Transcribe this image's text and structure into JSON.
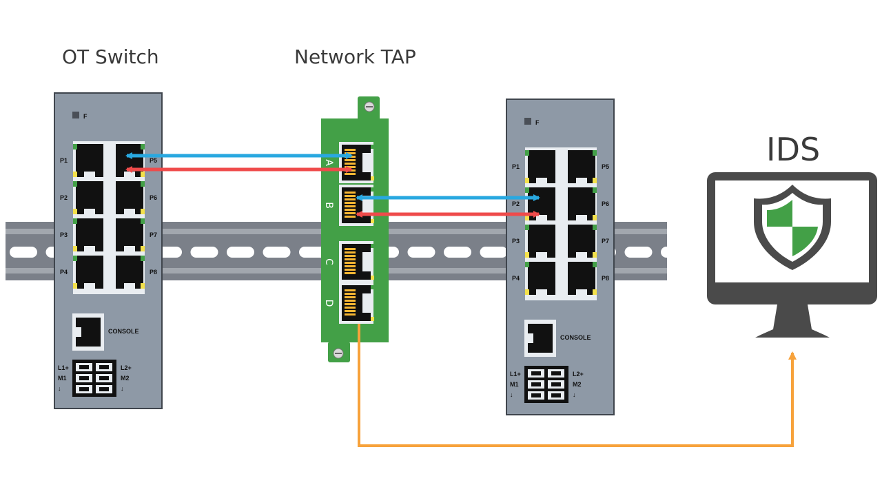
{
  "titles": {
    "ot_switch": "OT Switch",
    "network_tap": "Network TAP",
    "ids": "IDS"
  },
  "switch_labels": {
    "fault": "F",
    "ports_left": [
      "P1",
      "P2",
      "P3",
      "P4"
    ],
    "ports_right": [
      "P5",
      "P6",
      "P7",
      "P8"
    ],
    "console": "CONSOLE",
    "power_left": [
      "L1+",
      "M1",
      "↓"
    ],
    "power_right": [
      "L2+",
      "M2",
      "↓"
    ]
  },
  "tap_ports": [
    "A",
    "B",
    "C",
    "D"
  ],
  "colors": {
    "switch_body": "#8e99a6",
    "din_rail": "#7b8089",
    "tap_body": "#43a047",
    "link_blue": "#29a8e0",
    "link_red": "#ef4b4b",
    "mirror_orange": "#f7a23b",
    "monitor": "#4a4a4a",
    "shield_green": "#43a047"
  },
  "icons": [
    "shield-icon",
    "monitor-icon",
    "arrow-icon"
  ]
}
